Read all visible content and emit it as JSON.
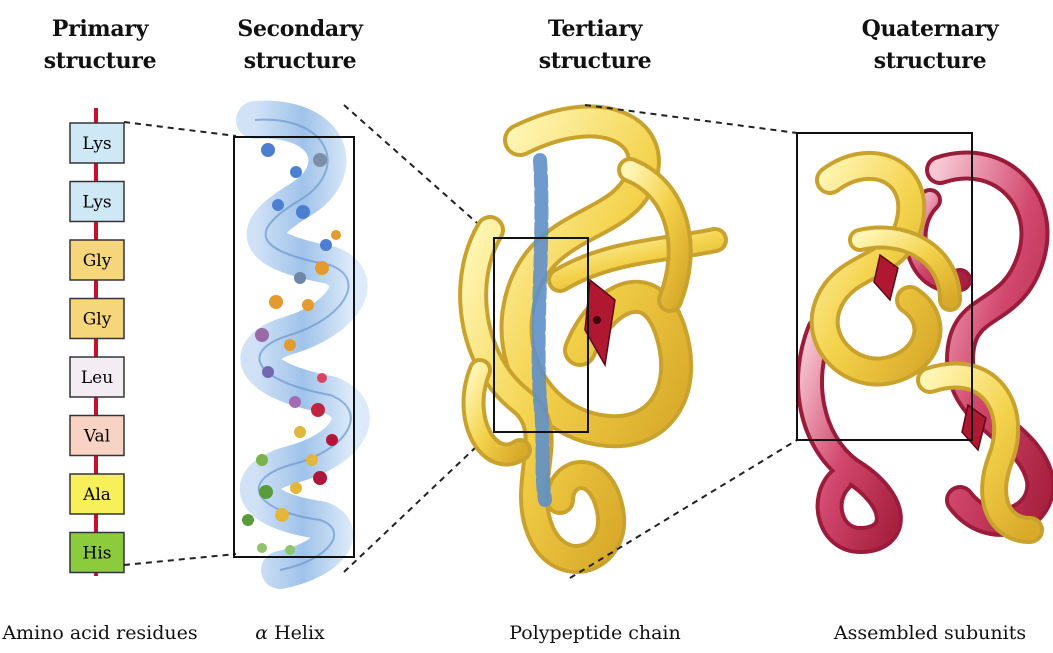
{
  "headings": {
    "primary": [
      "Primary",
      "structure"
    ],
    "secondary": [
      "Secondary",
      "structure"
    ],
    "tertiary": [
      "Tertiary",
      "structure"
    ],
    "quaternary": [
      "Quaternary",
      "structure"
    ]
  },
  "residues": [
    {
      "label": "Lys",
      "color": "#cfe8f6"
    },
    {
      "label": "Lys",
      "color": "#cfe8f6"
    },
    {
      "label": "Gly",
      "color": "#f6d67a"
    },
    {
      "label": "Gly",
      "color": "#f6d67a"
    },
    {
      "label": "Leu",
      "color": "#f3ecf2"
    },
    {
      "label": "Val",
      "color": "#f8d2c2"
    },
    {
      "label": "Ala",
      "color": "#f7f05a"
    },
    {
      "label": "His",
      "color": "#8ccc3c"
    }
  ],
  "captions": {
    "primary": "Amino acid residues",
    "secondary_symbol": "α",
    "secondary": "Helix",
    "tertiary": "Polypeptide chain",
    "quaternary": "Assembled subunits"
  },
  "colors": {
    "backbone": "#c8102e",
    "helix_ribbon": "#8fb8e6",
    "tube_yellow": "#f3d24a",
    "tube_pink": "#d2486e",
    "heme": "#b01831"
  }
}
